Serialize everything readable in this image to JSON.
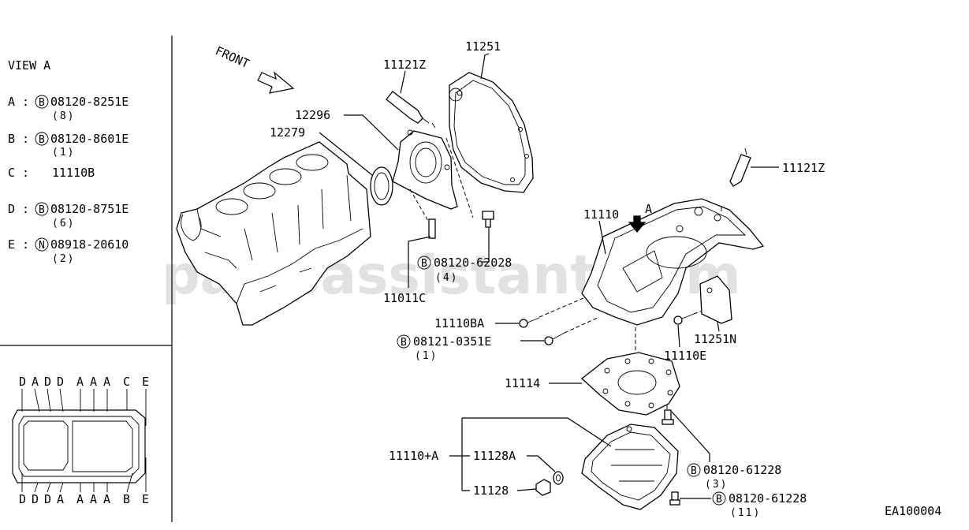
{
  "watermark": "partsassistant.com",
  "diagram_code": "EA100004",
  "front_label": "FRONT",
  "view_a": {
    "title": "VIEW A",
    "rows": [
      {
        "key": "A",
        "sep": ":",
        "badge": "B",
        "part": "08120-8251E",
        "qty": "(8)"
      },
      {
        "key": "B",
        "sep": ":",
        "badge": "B",
        "part": "08120-8601E",
        "qty": "(1)"
      },
      {
        "key": "C",
        "sep": ":",
        "badge": "",
        "part": "11110B",
        "qty": ""
      },
      {
        "key": "D",
        "sep": ":",
        "badge": "B",
        "part": "08120-8751E",
        "qty": "(6)"
      },
      {
        "key": "E",
        "sep": ":",
        "badge": "N",
        "part": "08918-20610",
        "qty": "(2)"
      }
    ],
    "top_letters": [
      "D",
      "A",
      "D",
      "D",
      "A",
      "A",
      "A",
      "C",
      "E"
    ],
    "bottom_letters": [
      "D",
      "D",
      "D",
      "A",
      "A",
      "A",
      "A",
      "B",
      "E"
    ]
  },
  "parts": {
    "p11251": "11251",
    "p11121z_top": "11121Z",
    "p12296": "12296",
    "p12279": "12279",
    "p11121z_right": "11121Z",
    "p11110": "11110",
    "arrow_a": "A",
    "bolt_62028": {
      "badge": "B",
      "part": "08120-62028",
      "qty": "(4)"
    },
    "p11011c": "11011C",
    "p11110ba": "11110BA",
    "bolt_0351e": {
      "badge": "B",
      "part": "08121-0351E",
      "qty": "(1)"
    },
    "p11251n": "11251N",
    "p11110e": "11110E",
    "p11114": "11114",
    "p11110a": "11110+A",
    "p11128a": "11128A",
    "p11128": "11128",
    "bolt_61228_3": {
      "badge": "B",
      "part": "08120-61228",
      "qty": "(3)"
    },
    "bolt_61228_11": {
      "badge": "B",
      "part": "08120-61228",
      "qty": "(11)"
    }
  }
}
